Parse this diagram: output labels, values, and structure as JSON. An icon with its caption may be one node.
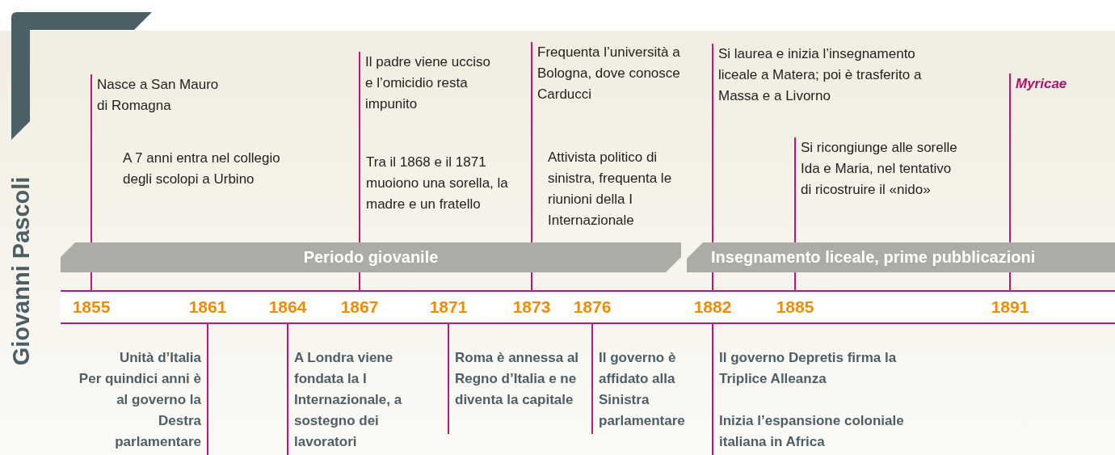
{
  "diagram": {
    "title": "Giovanni Pascoli",
    "nodes": [
      {
        "text": [
          "Nasce a San Mauro di Romagna"
        ]
      },
      {
        "text": [
          "A 7 anni entra nel collegio degli scolopi a Urbino"
        ]
      },
      {
        "text": [
          "Il padre viene ucciso e l’omicidio resta impunito"
        ]
      },
      {
        "text": [
          "Tra il 1868 e il 1871 muoiono una sorella, la madre e un fratello"
        ]
      },
      {
        "text": [
          "Frequenta l’università a Bologna, dove conosce Carducci"
        ]
      },
      {
        "text": [
          "Attivista politico di sinistra, frequenta le riunioni della I Internazionale"
        ]
      },
      {
        "text": [
          "Si laurea e inizia l’insegnamento liceale a Matera; poi è trasferito a Massa e a Livorno"
        ]
      },
      {
        "text": [
          "Si ricongiunge alle sorelle Ida e Maria, nel tentativo di ricostruire il «nido»"
        ]
      },
      {
        "text": [
          "Myricae"
        ]
      },
      {
        "text": [
          "Periodo giovanile"
        ]
      },
      {
        "text": [
          "Insegnamento liceale, prime pubblicazioni"
        ]
      },
      {
        "text": [
          "1855"
        ]
      },
      {
        "text": [
          "1861"
        ]
      },
      {
        "text": [
          "1864"
        ]
      },
      {
        "text": [
          "1867"
        ]
      },
      {
        "text": [
          "1871"
        ]
      },
      {
        "text": [
          "1873"
        ]
      },
      {
        "text": [
          "1876"
        ]
      },
      {
        "text": [
          "1882"
        ]
      },
      {
        "text": [
          "1885"
        ]
      },
      {
        "text": [
          "1891"
        ]
      },
      {
        "text": [
          "Unità d’Italia",
          "Per quindici anni è al governo la Destra parlamentare"
        ]
      },
      {
        "text": [
          "A Londra viene fondata la I Internazionale, a sostegno dei lavoratori"
        ]
      },
      {
        "text": [
          "Roma è annessa al Regno d’Italia e ne diventa la capitale"
        ]
      },
      {
        "text": [
          "Il governo è affidato alla Sinistra parlamentare"
        ]
      },
      {
        "text": [
          "Il governo Depretis firma la Triplice Alleanza",
          "Inizia l’espansione coloniale italiana in Africa"
        ]
      }
    ],
    "edges": [
      {
        "from": 0,
        "to": 9,
        "arrow": "none"
      },
      {
        "from": 2,
        "to": 9,
        "arrow": "none"
      },
      {
        "from": 4,
        "to": 9,
        "arrow": "none"
      },
      {
        "from": 6,
        "to": 10,
        "arrow": "none"
      },
      {
        "from": 7,
        "to": 10,
        "arrow": "none"
      },
      {
        "from": 8,
        "to": 10,
        "arrow": "none"
      },
      {
        "from": 12,
        "to": 21,
        "arrow": "none"
      },
      {
        "from": 13,
        "to": 22,
        "arrow": "none"
      },
      {
        "from": 15,
        "to": 23,
        "arrow": "none"
      },
      {
        "from": 17,
        "to": 24,
        "arrow": "none"
      },
      {
        "from": 18,
        "to": 25,
        "arrow": "none"
      }
    ]
  }
}
